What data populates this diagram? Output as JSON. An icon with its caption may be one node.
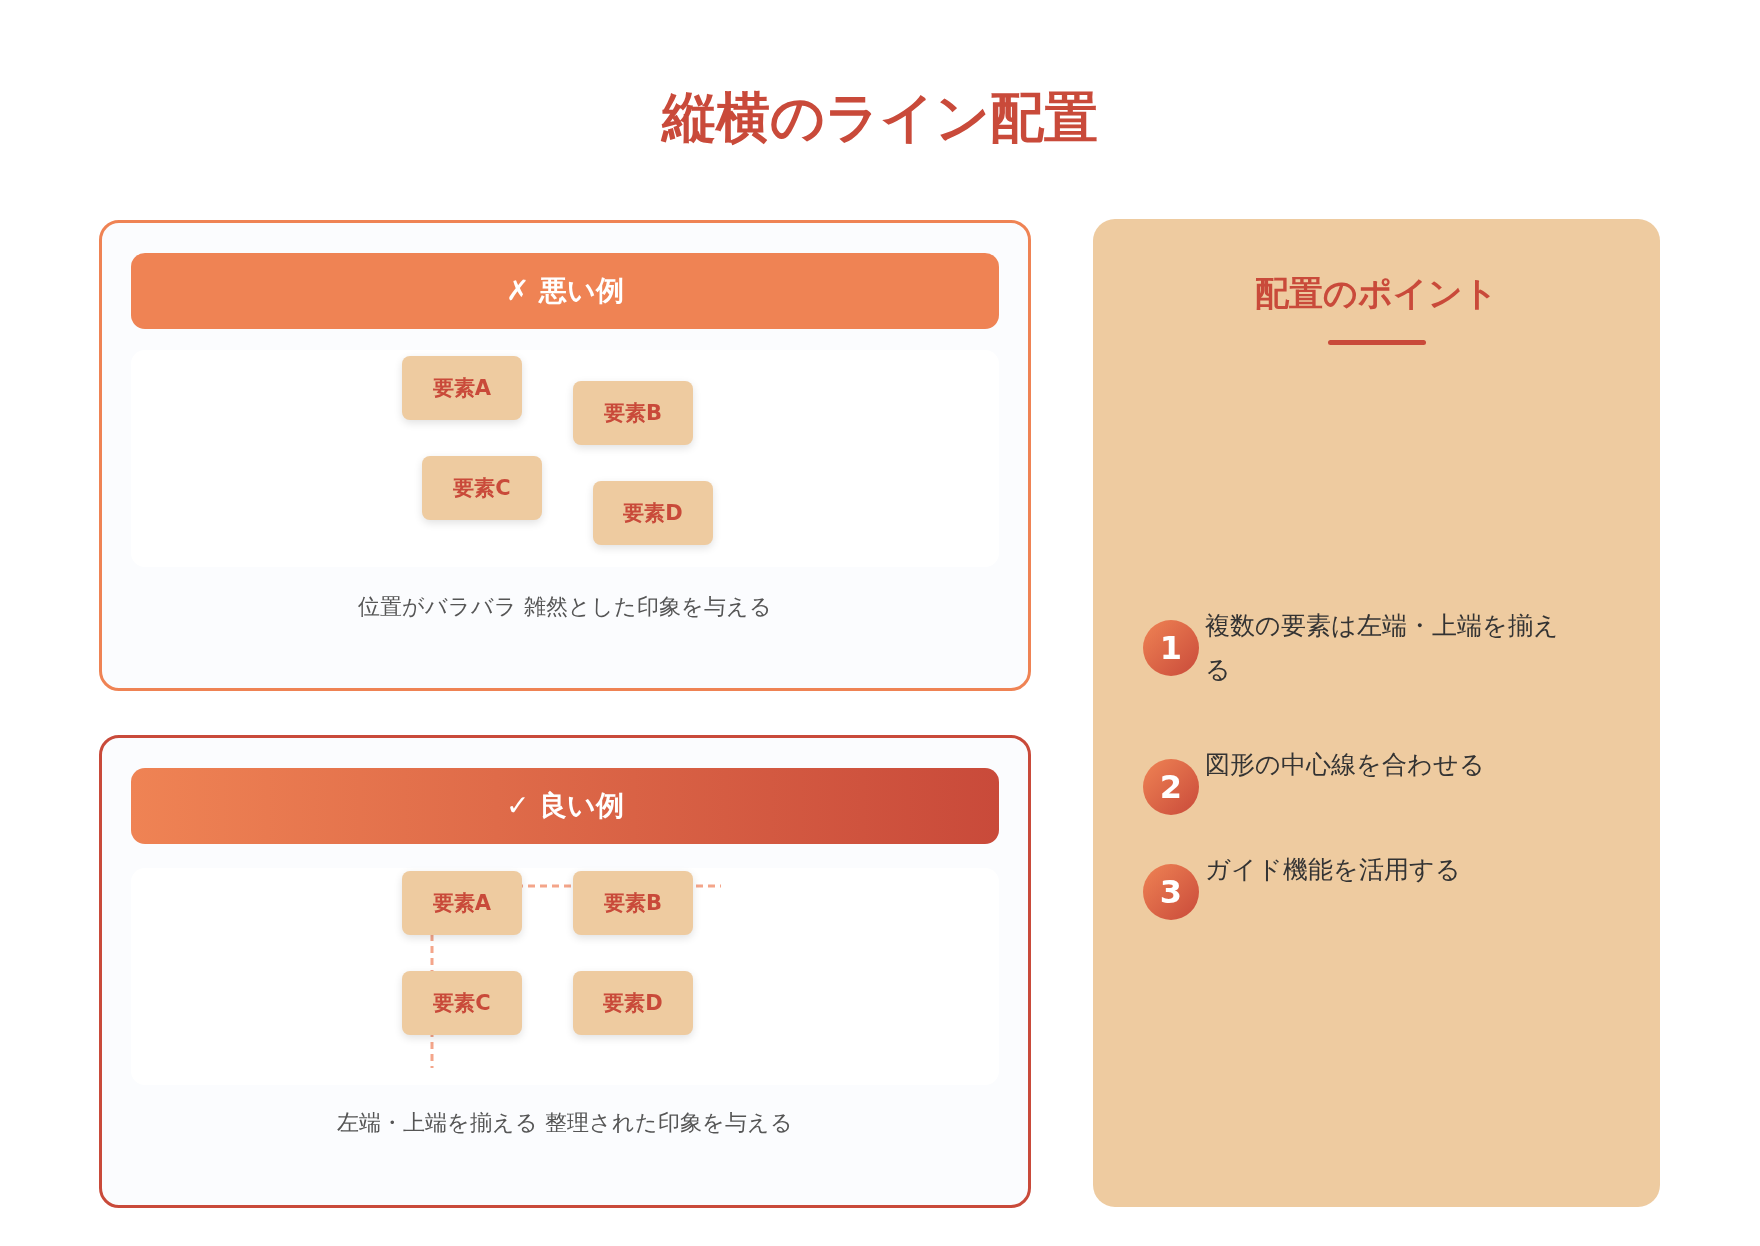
{
  "diagram": {
    "title": "縦横のライン配置",
    "nodes": [
      {
        "text": [
          "✗ 悪い例",
          "位置がバラバラ 雑然とした印象を与える"
        ]
      },
      {
        "text": [
          "要素A"
        ],
        "in": 0
      },
      {
        "text": [
          "要素B"
        ],
        "in": 0
      },
      {
        "text": [
          "要素C"
        ],
        "in": 0
      },
      {
        "text": [
          "要素D"
        ],
        "in": 0
      },
      {
        "text": [
          "✓ 良い例",
          "左端・上端を揃える 整理された印象を与える"
        ]
      },
      {
        "text": [
          "要素A"
        ],
        "in": 5
      },
      {
        "text": [
          "要素B"
        ],
        "in": 5
      },
      {
        "text": [
          "要素C"
        ],
        "in": 5
      },
      {
        "text": [
          "要素D"
        ],
        "in": 5
      },
      {
        "text": [
          "配置のポイント"
        ]
      },
      {
        "text": [
          "1"
        ],
        "in": 10,
        "beside": [
          "複数の要素は左端・上端を揃える"
        ]
      },
      {
        "text": [
          "2"
        ],
        "in": 10,
        "beside": [
          "図形の中心線を合わせる"
        ]
      },
      {
        "text": [
          "3"
        ],
        "in": 10,
        "beside": [
          "ガイド機能を活用する"
        ]
      }
    ],
    "edges": []
  }
}
